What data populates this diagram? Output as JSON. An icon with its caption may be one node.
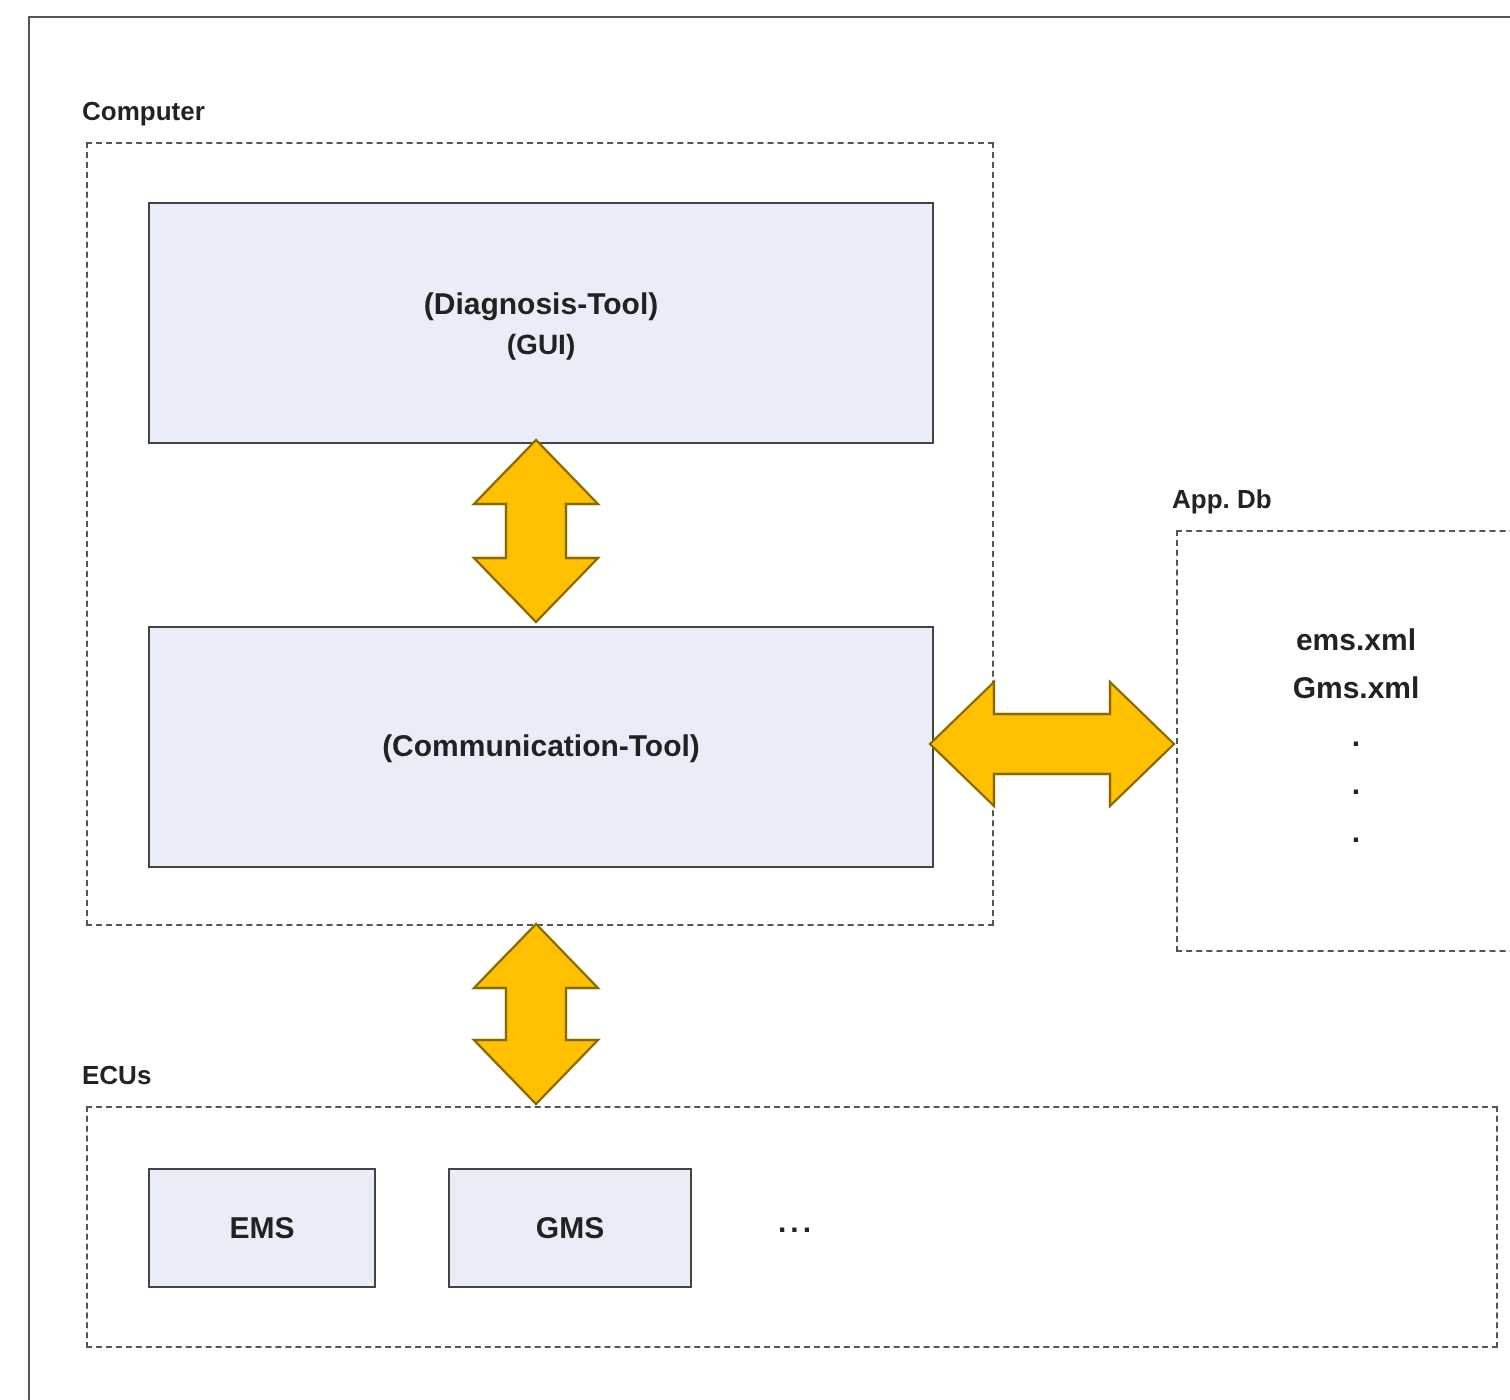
{
  "diagram": {
    "nodes": [
      {
        "text": [
          "Computer"
        ]
      },
      {
        "text": [
          "(Diagnosis-Tool)",
          "(GUI)"
        ],
        "in": 0
      },
      {
        "text": [
          "(Communication-Tool)"
        ],
        "in": 0
      },
      {
        "text": [
          "App. Db",
          "ems.xml",
          "Gms.xml",
          ".",
          ".",
          "."
        ]
      },
      {
        "text": [
          "ECUs"
        ]
      },
      {
        "text": [
          "EMS"
        ],
        "in": 4
      },
      {
        "text": [
          "GMS"
        ],
        "in": 4
      }
    ],
    "edges": [
      {
        "from": 1,
        "to": 2,
        "arrow": "both"
      },
      {
        "from": 2,
        "to": 3,
        "arrow": "both"
      },
      {
        "from": 0,
        "to": 4,
        "arrow": "both"
      }
    ],
    "labels": [
      "..."
    ]
  }
}
